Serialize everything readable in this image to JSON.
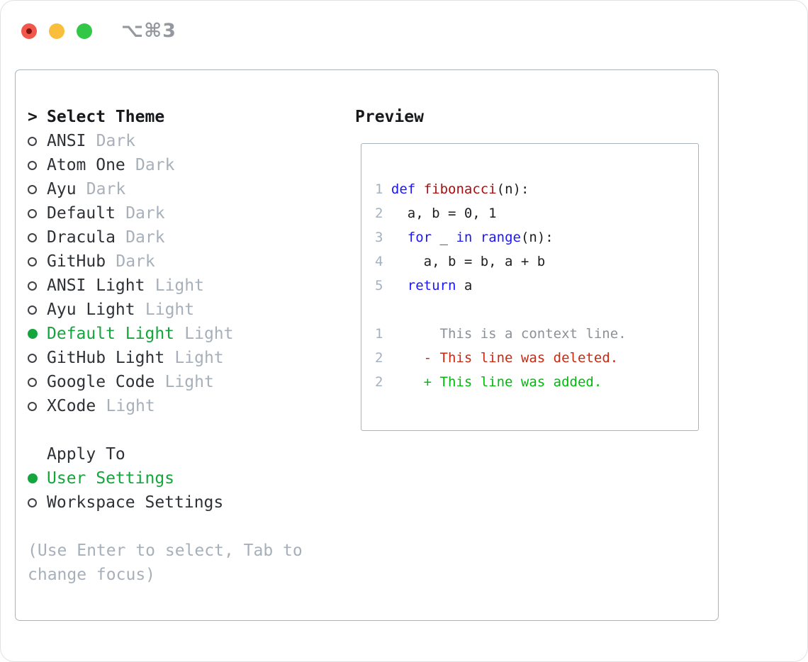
{
  "colors": {
    "traffic-close": "#f2574c",
    "traffic-close-dot": "#7e150c",
    "traffic-min": "#fabe3d",
    "traffic-zoom": "#33c748",
    "title-gray": "#94999f",
    "border": "#a9b3bd",
    "hdr": "#17191c",
    "text": "#2e3237",
    "muted": "#a7b0ba",
    "circle": "#3f4348",
    "green": "#14a53c",
    "kw": "#1a16ff",
    "fn": "#a90d0d",
    "code": "#1d1f23",
    "linenum": "#a4b1c0",
    "ctx": "#8b9197",
    "del": "#cc2810",
    "add": "#00bb0c"
  },
  "window": {
    "title": "⌥⌘3"
  },
  "theme_panel": {
    "header": {
      "prefix": ">",
      "label": "Select Theme"
    },
    "themes": [
      {
        "name": "ANSI",
        "variant": "Dark",
        "selected": false
      },
      {
        "name": "Atom One",
        "variant": "Dark",
        "selected": false
      },
      {
        "name": "Ayu",
        "variant": "Dark",
        "selected": false
      },
      {
        "name": "Default",
        "variant": "Dark",
        "selected": false
      },
      {
        "name": "Dracula",
        "variant": "Dark",
        "selected": false
      },
      {
        "name": "GitHub",
        "variant": "Dark",
        "selected": false
      },
      {
        "name": "ANSI Light",
        "variant": "Light",
        "selected": false
      },
      {
        "name": "Ayu Light",
        "variant": "Light",
        "selected": false
      },
      {
        "name": "Default Light",
        "variant": "Light",
        "selected": true
      },
      {
        "name": "GitHub Light",
        "variant": "Light",
        "selected": false
      },
      {
        "name": "Google Code",
        "variant": "Light",
        "selected": false
      },
      {
        "name": "XCode",
        "variant": "Light",
        "selected": false
      }
    ],
    "apply_to": {
      "label": "Apply To",
      "options": [
        {
          "name": "User Settings",
          "selected": true
        },
        {
          "name": "Workspace Settings",
          "selected": false
        }
      ]
    },
    "hint": "(Use Enter to select, Tab to change focus)"
  },
  "preview": {
    "label": "Preview",
    "code_lines": [
      [
        {
          "c": "num",
          "t": "1"
        },
        {
          "c": "pl",
          "t": " "
        },
        {
          "c": "kw",
          "t": "def"
        },
        {
          "c": "pl",
          "t": " "
        },
        {
          "c": "fn",
          "t": "fibonacci"
        },
        {
          "c": "pl",
          "t": "(n):"
        }
      ],
      [
        {
          "c": "num",
          "t": "2"
        },
        {
          "c": "pl",
          "t": "   a, b = 0, 1"
        }
      ],
      [
        {
          "c": "num",
          "t": "3"
        },
        {
          "c": "pl",
          "t": "   "
        },
        {
          "c": "kw",
          "t": "for"
        },
        {
          "c": "pl",
          "t": " _ "
        },
        {
          "c": "kw",
          "t": "in"
        },
        {
          "c": "pl",
          "t": " "
        },
        {
          "c": "kw",
          "t": "range"
        },
        {
          "c": "pl",
          "t": "(n):"
        }
      ],
      [
        {
          "c": "num",
          "t": "4"
        },
        {
          "c": "pl",
          "t": "     a, b = b, a + b"
        }
      ],
      [
        {
          "c": "num",
          "t": "5"
        },
        {
          "c": "pl",
          "t": "   "
        },
        {
          "c": "kw",
          "t": "return"
        },
        {
          "c": "pl",
          "t": " a"
        }
      ]
    ],
    "diff_lines": [
      [
        {
          "c": "num",
          "t": "1"
        },
        {
          "c": "pl",
          "t": "       "
        },
        {
          "c": "ctx",
          "t": "This is a context line."
        }
      ],
      [
        {
          "c": "num",
          "t": "2"
        },
        {
          "c": "pl",
          "t": "     "
        },
        {
          "c": "del",
          "t": "- This line was deleted."
        }
      ],
      [
        {
          "c": "num",
          "t": "2"
        },
        {
          "c": "pl",
          "t": "     "
        },
        {
          "c": "add",
          "t": "+ This line was added."
        }
      ]
    ]
  }
}
